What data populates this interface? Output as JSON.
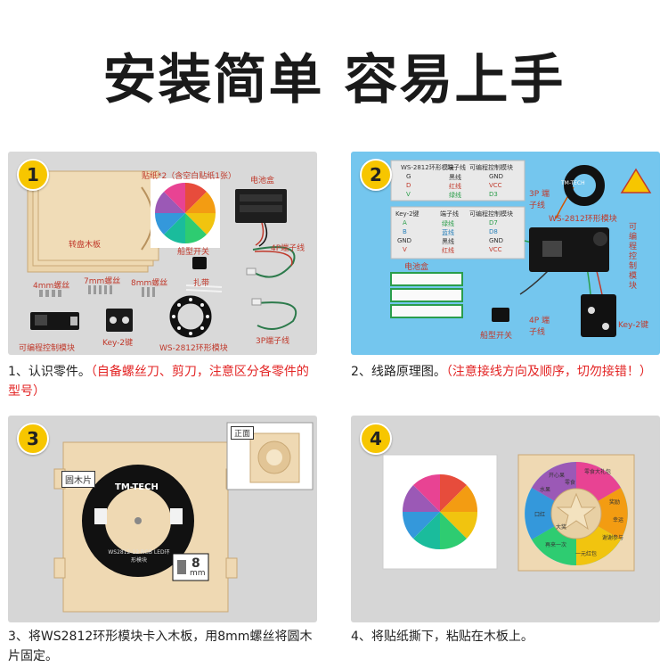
{
  "title": "安装简单 容易上手",
  "steps": [
    {
      "number": "1",
      "caption_main": "1、认识零件。",
      "caption_note": "（自备螺丝刀、剪刀，注意区分各零件的型号）",
      "labels": {
        "sticker": "贴纸*2（含空白贴纸1张）",
        "battery_box": "电池盒",
        "turntable_board": "转盘木板",
        "rocker_switch": "船型开关",
        "wire_4p": "4P端子线",
        "screw_4mm": "4mm螺丝",
        "screw_7mm": "7mm螺丝",
        "screw_8mm": "8mm螺丝",
        "cable_tie": "扎带",
        "controller": "可编程控制模块",
        "key2": "Key-2键",
        "ring": "WS-2812环形模块",
        "wire_3p": "3P端子线"
      }
    },
    {
      "number": "2",
      "caption_main": "2、线路原理图。",
      "caption_note": "（注意接线方向及顺序，切勿接错！）",
      "table1": {
        "headers": [
          "WS-2812环形模块",
          "端子线",
          "可编程控制模块"
        ],
        "rows": [
          [
            "G",
            "黑线",
            "GND"
          ],
          [
            "D",
            "红线",
            "VCC"
          ],
          [
            "V",
            "绿线",
            "D3"
          ]
        ]
      },
      "table2": {
        "headers": [
          "Key-2键",
          "端子线",
          "可编程控制模块"
        ],
        "rows": [
          [
            "A",
            "绿线",
            "D7"
          ],
          [
            "B",
            "蓝线",
            "D8"
          ],
          [
            "GND",
            "黑线",
            "GND"
          ],
          [
            "V",
            "红线",
            "VCC"
          ]
        ]
      },
      "labels": {
        "wire_3p": "3P 端子线",
        "ring": "WS-2812环形模块",
        "controller": "可编程控制模块",
        "battery_box": "电池盒",
        "wire_4p": "4P 端子线",
        "key2": "Key-2键",
        "rocker_switch": "船型开关",
        "brand": "TM-TECH"
      }
    },
    {
      "number": "3",
      "caption_main": "3、将WS2812环形模块卡入木板，用8mm螺丝将圆木片固定。",
      "labels": {
        "round_wood": "圆木片",
        "front": "正面",
        "brand": "TM-TECH",
        "module_text": "WS2812-12 RGB LED环形模块",
        "screw": "8",
        "screw_unit": "mm"
      }
    },
    {
      "number": "4",
      "caption_main": "4、将贴纸撕下，粘贴在木板上。",
      "wheel_texts": [
        "开心果",
        "零食大礼包",
        "奖励",
        "谢谢参与",
        "一元红包",
        "再来一次",
        "口红",
        "水果",
        "零食",
        "幸运",
        "大奖"
      ]
    }
  ],
  "colors": {
    "badge": "#f7c600",
    "accent_red": "#e32424",
    "diagram_bg": "#74c6ee",
    "wood": "#e8d2a8"
  }
}
